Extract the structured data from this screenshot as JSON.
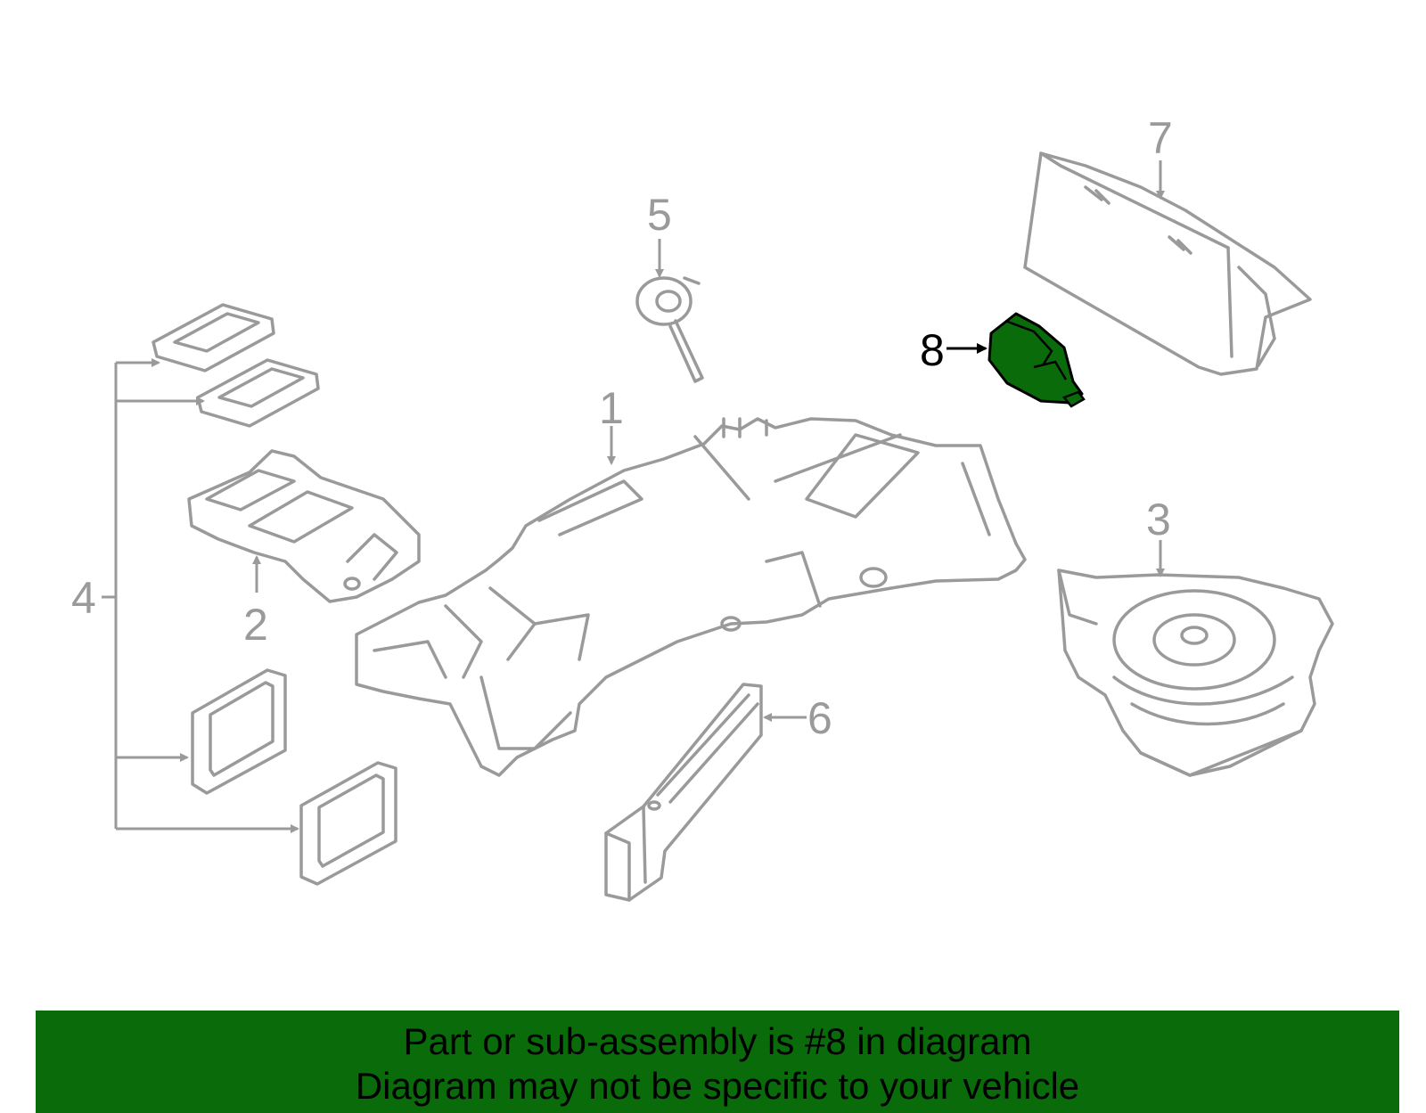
{
  "callouts": {
    "p1": "1",
    "p2": "2",
    "p3": "3",
    "p4": "4",
    "p5": "5",
    "p6": "6",
    "p7": "7",
    "p8": "8"
  },
  "highlight": {
    "part_number": "8",
    "fill_color": "#0a6b0a",
    "outline_color": "#000000"
  },
  "colors": {
    "line_art": "#9a9a9a",
    "banner_background": "#0a6b0a",
    "banner_text": "#000000"
  },
  "banner": {
    "line1": "Part or sub-assembly is #8 in diagram",
    "line2": "Diagram may not be specific to your vehicle"
  }
}
